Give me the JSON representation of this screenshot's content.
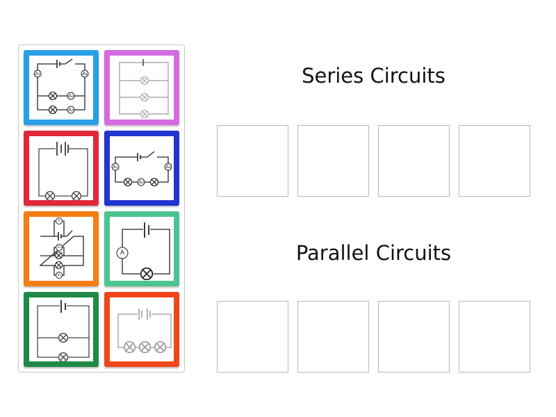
{
  "groups": [
    {
      "title": "Series Circuits",
      "slots": 4
    },
    {
      "title": "Parallel Circuits",
      "slots": 4
    }
  ],
  "cards": [
    {
      "id": 1,
      "color": "#2a9fe8",
      "meter_labels": [
        "A₁",
        "A₂",
        "A₃",
        "A₄"
      ]
    },
    {
      "id": 2,
      "color": "#d46be0"
    },
    {
      "id": 3,
      "color": "#e0283a"
    },
    {
      "id": 4,
      "color": "#2234d0",
      "meter_labels": [
        "A₁",
        "A₂",
        "A₃"
      ]
    },
    {
      "id": 5,
      "color": "#f57d14",
      "meter_labels": [
        "V",
        "V₁",
        "V₂"
      ]
    },
    {
      "id": 6,
      "color": "#4cc490",
      "meter_labels": [
        "A"
      ]
    },
    {
      "id": 7,
      "color": "#1f8a45"
    },
    {
      "id": 8,
      "color": "#f0461a"
    }
  ]
}
